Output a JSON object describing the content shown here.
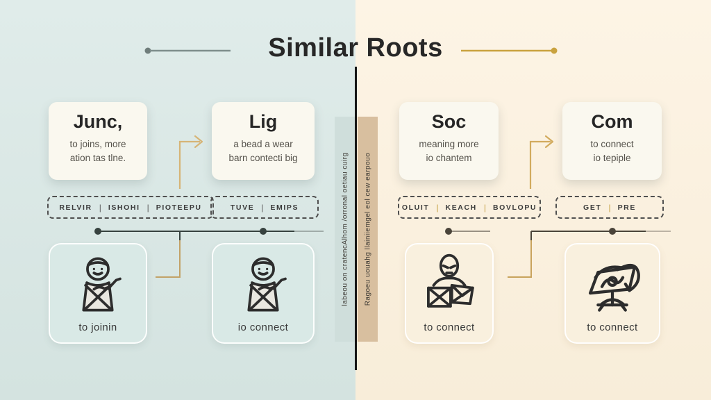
{
  "title": "Similar Roots",
  "ui": {
    "tag_separator": "|"
  },
  "divider": {
    "left_text": "labeou on cratencAlhom /orronal oetiau cuirg",
    "right_text": "Ragoeu uouahg llainiiemgel eol cew earpouo"
  },
  "columns": [
    {
      "root": "Junc,",
      "meaning_line1": "to joins, more",
      "meaning_line2": "ation tas tlne.",
      "tags": [
        "RELVIR",
        "ISHOHI",
        "PIOTEEPU"
      ],
      "caption": "to joinin",
      "icon": "person-crossed-arms-icon"
    },
    {
      "root": "Lig",
      "meaning_line1": "a bead a wear",
      "meaning_line2": "barn contecti big",
      "tags": [
        "TUVE",
        "EMIPS"
      ],
      "caption": "io connect",
      "icon": "person-crossed-arms-icon"
    },
    {
      "root": "Soc",
      "meaning_line1": "meaning more",
      "meaning_line2": "io chantem",
      "tags": [
        "OLUIT",
        "KEACH",
        "BOVLOPU"
      ],
      "caption": "to connect",
      "icon": "person-envelopes-icon"
    },
    {
      "root": "Com",
      "meaning_line1": "to connect",
      "meaning_line2": "io tepiple",
      "tags": [
        "GET",
        "PRE"
      ],
      "caption": "to connect",
      "icon": "easel-scribble-icon"
    }
  ],
  "colors": {
    "left_bg": "#d8e6e3",
    "right_bg": "#fbf0de",
    "card_bg": "#faf8ef",
    "accent_gold": "#c9a23f",
    "connector_dark": "#37423f",
    "divider_tan": "#d8bf9f",
    "divider_line": "#161616"
  }
}
